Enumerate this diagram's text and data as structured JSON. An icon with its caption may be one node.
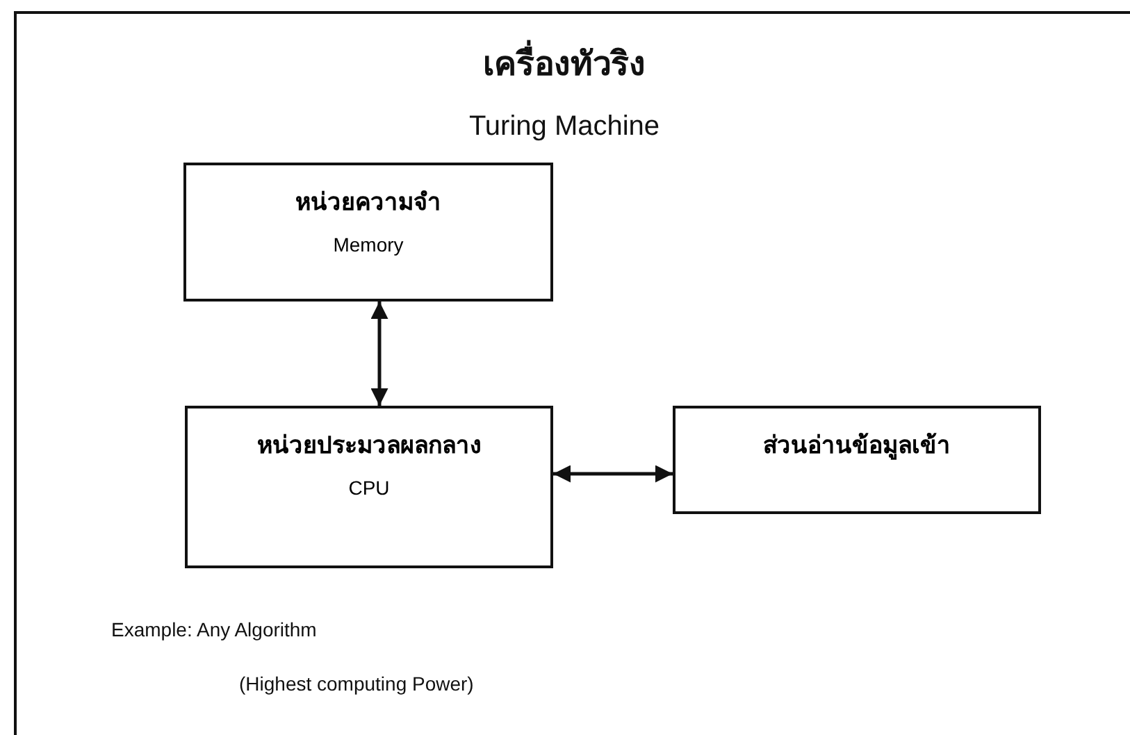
{
  "diagram": {
    "title": "เครื่องทัวริง",
    "nodes": [
      {
        "text": [
          "หน่วยความจำ",
          "Memory"
        ]
      },
      {
        "text": [
          "หน่วยประมวลผลกลาง",
          "CPU"
        ]
      },
      {
        "text": [
          "ส่วนอ่านข้อมูลเข้า"
        ]
      }
    ],
    "edges": [
      {
        "from": 1,
        "to": 0,
        "arrow": "both"
      },
      {
        "from": 1,
        "to": 2,
        "arrow": "both"
      }
    ],
    "labels": [
      "Turing Machine",
      "Example: Any Algorithm",
      "(Highest computing Power)"
    ]
  }
}
